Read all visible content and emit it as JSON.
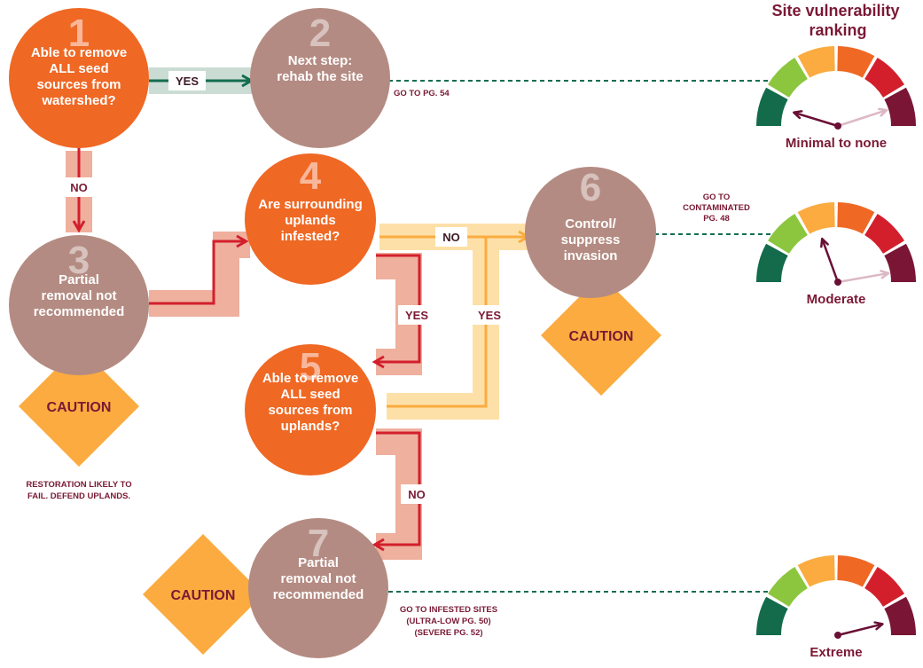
{
  "title": "Site vulnerability ranking",
  "colors": {
    "orange": "#ef6824",
    "taupe": "#b48b82",
    "taupe_number": "#d7c2bd",
    "orange_number": "#f8b79a",
    "diamond": "#fbab3f",
    "red_arrow": "#d31f2c",
    "red_band": "#efb09e",
    "green_arrow": "#136d4f",
    "green_band": "#cbdcd5",
    "yellow_band": "#fde0a8",
    "yellow_arrow": "#fbab3f",
    "maroon_text": "#7a1935",
    "gauge": [
      "#136b4c",
      "#8cc63f",
      "#fbab3f",
      "#ef6824",
      "#d31f2c",
      "#7a1535"
    ],
    "needle_primary": "#6a0f35",
    "needle_secondary": "#dcb8c4"
  },
  "nodes": [
    {
      "id": "1",
      "number": "1",
      "lines": [
        "Able to remove",
        "ALL seed",
        "sources from",
        "watershed?"
      ],
      "kind": "decision"
    },
    {
      "id": "2",
      "number": "2",
      "lines": [
        "Next step:",
        "rehab the site"
      ],
      "kind": "outcome"
    },
    {
      "id": "3",
      "number": "3",
      "lines": [
        "Partial",
        "removal not",
        "recommended"
      ],
      "kind": "outcome"
    },
    {
      "id": "4",
      "number": "4",
      "lines": [
        "Are surrounding",
        "uplands",
        "infested?"
      ],
      "kind": "decision"
    },
    {
      "id": "5",
      "number": "5",
      "lines": [
        "Able to remove",
        "ALL seed",
        "sources from",
        "uplands?"
      ],
      "kind": "decision"
    },
    {
      "id": "6",
      "number": "6",
      "lines": [
        "Control/",
        "suppress",
        "invasion"
      ],
      "kind": "outcome"
    },
    {
      "id": "7",
      "number": "7",
      "lines": [
        "Partial",
        "removal not",
        "recommended"
      ],
      "kind": "outcome"
    }
  ],
  "edge_labels": {
    "yes_1_2": "YES",
    "no_1_3": "NO",
    "no_4_6": "NO",
    "yes_4_5": "YES",
    "yes_5_6": "YES",
    "no_5_7": "NO"
  },
  "cautions": {
    "c3": "CAUTION",
    "c6": "CAUTION",
    "c7": "CAUTION"
  },
  "notes": {
    "restoration": [
      "RESTORATION LIKELY TO",
      "FAIL. DEFEND UPLANDS."
    ],
    "goto_2": [
      "GO TO PG. 54"
    ],
    "goto_6": [
      "GO TO",
      "CONTAMINATED",
      "PG. 48"
    ],
    "goto_7": [
      "GO TO INFESTED SITES",
      "(ULTRA-LOW PG. 50)",
      "(SEVERE PG. 52)"
    ]
  },
  "gauges": [
    {
      "id": "g1",
      "label": "Minimal to none",
      "needle_deg": 197,
      "secondary_deg": 20
    },
    {
      "id": "g2",
      "label": "Moderate",
      "needle_deg": 250,
      "secondary_deg": 16
    },
    {
      "id": "g3",
      "label": "Extreme",
      "needle_deg": 346,
      "secondary_deg": null
    }
  ]
}
